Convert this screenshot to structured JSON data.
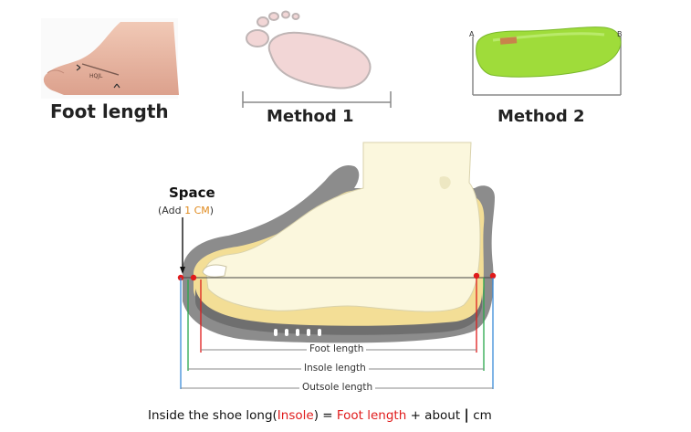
{
  "panels": {
    "foot_length": {
      "caption": "Foot length"
    },
    "method1": {
      "caption": "Method 1"
    },
    "method2": {
      "caption": "Method 2",
      "point_a": "A",
      "point_b": "B"
    }
  },
  "diagram": {
    "space_label": "Space",
    "space_note_prefix": "(Add ",
    "space_note_highlight": "1 CM",
    "space_note_suffix": ")",
    "measurements": {
      "foot": "Foot length",
      "insole": "Insole length",
      "outsole": "Outsole length"
    }
  },
  "formula": {
    "part1": "Inside the shoe long(",
    "insole": "Insole",
    "part2": ") = ",
    "foot_length": "Foot length",
    "part3": " + about ",
    "bar": "|",
    "part4": " cm"
  },
  "colors": {
    "insole_green": "#9fdc3a",
    "foot_cream": "#fbf7dd",
    "shoe_gray": "#8c8c8c",
    "sole_yellow": "#f3de96",
    "marker_red": "#e01b1b",
    "line_green": "#2aa84a",
    "line_blue": "#3a8bd9"
  }
}
